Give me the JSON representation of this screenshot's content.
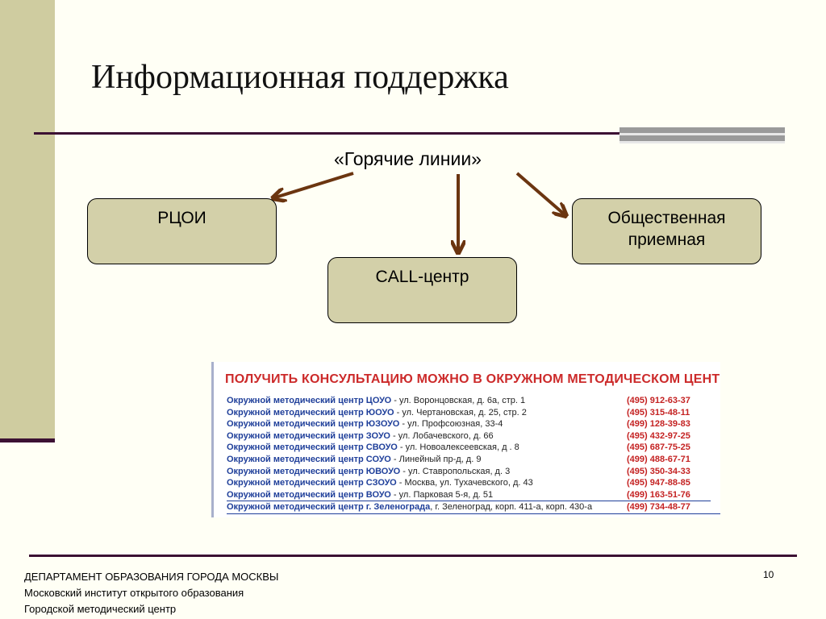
{
  "slide": {
    "title": "Информационная поддержка",
    "page_number": "10"
  },
  "diagram": {
    "root_label": "«Горячие линии»",
    "nodes": {
      "rcoi": "РЦОИ",
      "call_center": "CALL-центр",
      "public_reception_line1": "Общественная",
      "public_reception_line2": "приемная"
    }
  },
  "consultation": {
    "header": "ПОЛУЧИТЬ КОНСУЛЬТАЦИЮ МОЖНО В ОКРУЖНОМ МЕТОДИЧЕСКОМ ЦЕНТРЕ",
    "rows": [
      {
        "name": "Окружной методический центр ЦОУО",
        "address": " - ул. Воронцовская, д. 6а, стр. 1",
        "phone": "(495) 912-63-37"
      },
      {
        "name": "Окружной методический центр ЮОУО",
        "address": " - ул. Чертановская, д. 25, стр. 2",
        "phone": "(495) 315-48-11"
      },
      {
        "name": "Окружной методический центр ЮЗОУО",
        "address": " - ул. Профсоюзная, 33-4",
        "phone": "(499) 128-39-83"
      },
      {
        "name": "Окружной методический центр ЗОУО",
        "address": " - ул. Лобачевского, д. 66",
        "phone": "(495) 432-97-25"
      },
      {
        "name": "Окружной методический центр СВОУО",
        "address": " - ул. Новоалексеевская, д . 8",
        "phone": "(495) 687-75-25"
      },
      {
        "name": "Окружной методический центр СОУО",
        "address": " - Линейный пр-д, д. 9",
        "phone": "(499) 488-67-71"
      },
      {
        "name": "Окружной методический центр ЮВОУО",
        "address": " - ул. Ставропольская, д. 3",
        "phone": "(495) 350-34-33"
      },
      {
        "name": "Окружной методический центр СЗОУО",
        "address": " - Москва, ул. Тухачевского, д. 43",
        "phone": "(495) 947-88-85"
      },
      {
        "name": "Окружной методический центр ВОУО",
        "address": " - ул. Парковая 5-я, д. 51",
        "phone": "(499) 163-51-76"
      },
      {
        "name": "Окружной методический центр г. Зеленограда",
        "address": ", г. Зеленоград, корп. 411-а, корп. 430-а",
        "phone": "(499) 734-48-77"
      }
    ]
  },
  "footer": {
    "line1": "ДЕПАРТАМЕНТ ОБРАЗОВАНИЯ ГОРОДА МОСКВЫ",
    "line2": "Московский институт открытого образования",
    "line3": "Городской методический центр"
  },
  "colors": {
    "background": "#fffff5",
    "side_band": "#cfcca0",
    "rule": "#3c1133",
    "node_fill": "#d3d0a9",
    "arrow": "#6b3510",
    "consult_header": "#cc2a2a",
    "consult_name": "#1f3f9a",
    "consult_phone": "#c42222"
  }
}
